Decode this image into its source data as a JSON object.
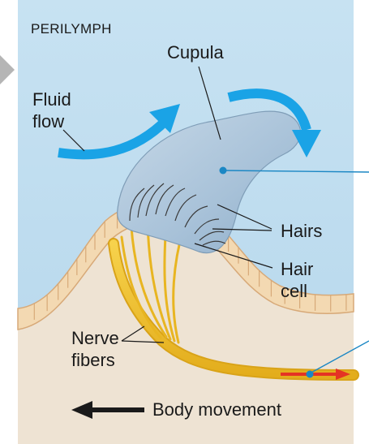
{
  "labels": {
    "perilymph": "PERILYMPH",
    "cupula": "Cupula",
    "fluid_flow_1": "Fluid",
    "fluid_flow_2": "flow",
    "hairs": "Hairs",
    "hair_cell_1": "Hair",
    "hair_cell_2": "cell",
    "nerve_fibers_1": "Nerve",
    "nerve_fibers_2": "fibers",
    "body_movement": "Body movement"
  },
  "colors": {
    "fluid": "#bcdcef",
    "tissue": "#ede2d2",
    "flow_arrow": "#1aa3e6",
    "cupula": "#a9c3d9",
    "nerve": "#f1c232",
    "signal_arrow": "#e53324",
    "pointer_line": "#1b87c4"
  }
}
